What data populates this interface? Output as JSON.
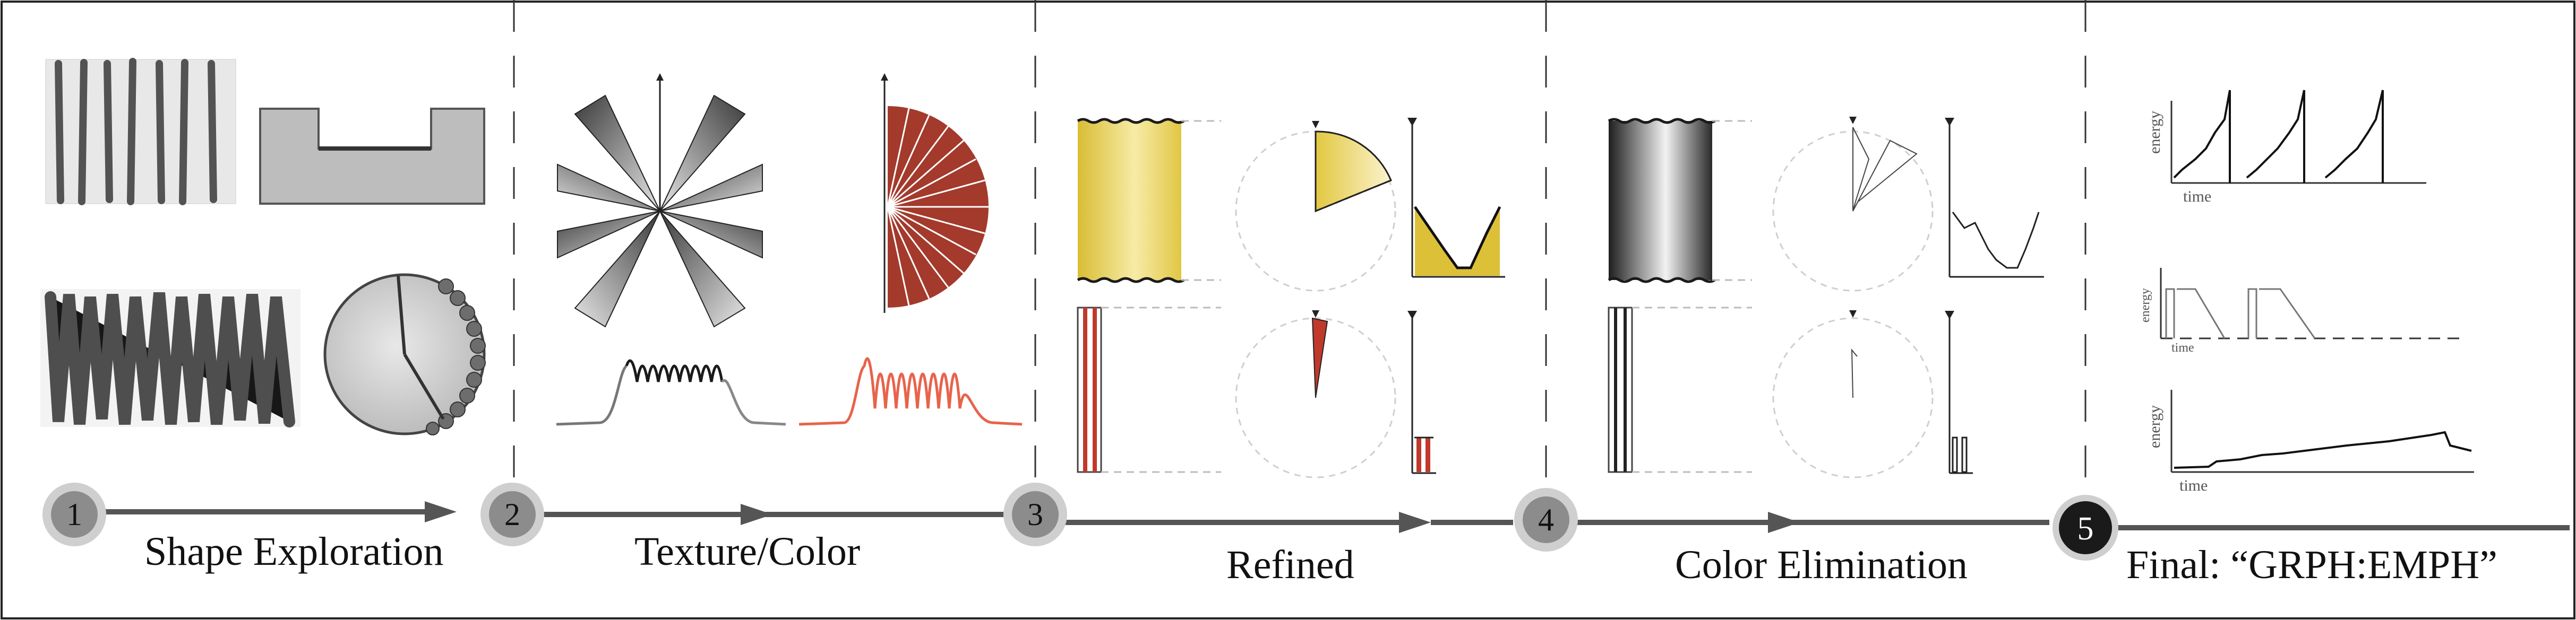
{
  "stages": [
    {
      "number": "1",
      "label": "Shape Exploration"
    },
    {
      "number": "2",
      "label": "Texture/Color"
    },
    {
      "number": "3",
      "label": "Refined"
    },
    {
      "number": "4",
      "label": "Color Elimination"
    },
    {
      "number": "5",
      "label": "Final: “GRPH:EMPH”"
    }
  ],
  "final_charts": [
    {
      "ylabel": "energy",
      "xlabel": "time"
    },
    {
      "ylabel": "energy",
      "xlabel": "time"
    },
    {
      "ylabel": "energy",
      "xlabel": "time"
    }
  ],
  "colors": {
    "line": "#555555",
    "red": "#a33a2c",
    "bright_red": "#e8634a",
    "yellow": "#e2c840",
    "circle_fill": "#8c8c8c",
    "circle_ring": "#cfcfcf",
    "final_circle": "#1a1a1a"
  }
}
